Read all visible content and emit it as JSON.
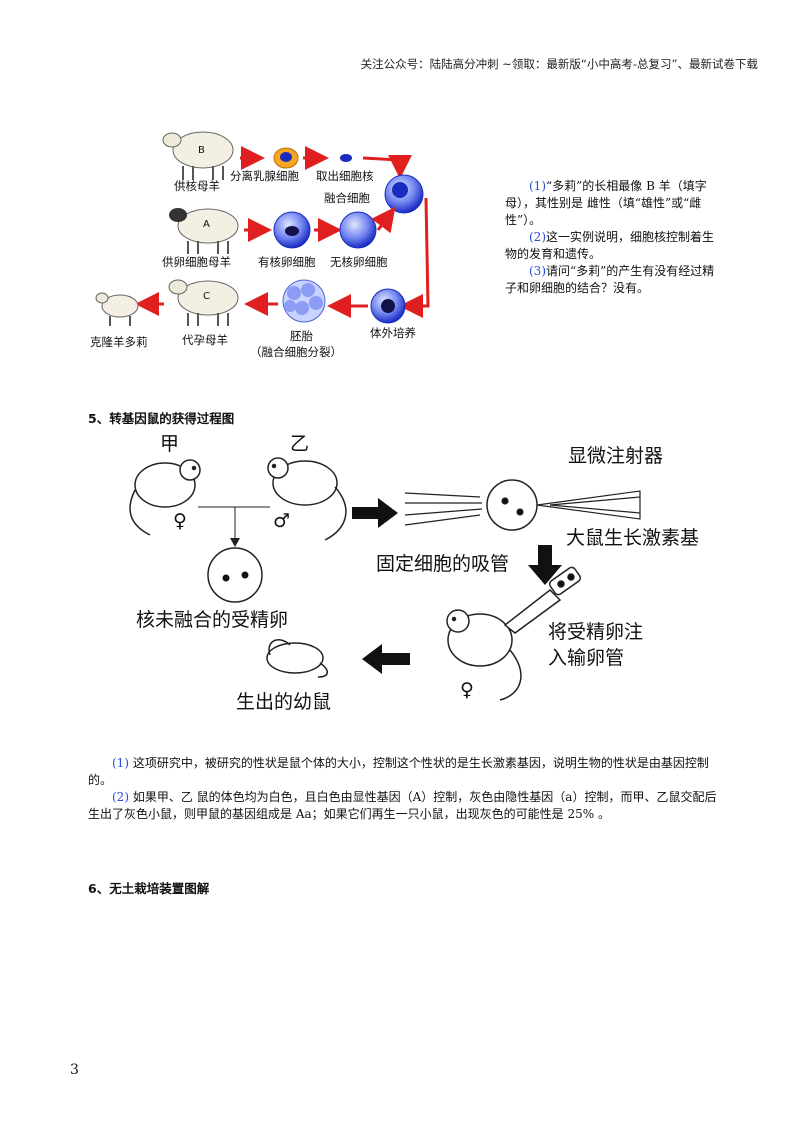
{
  "header": "关注公众号：陆陆高分冲刺  ~领取：最新版“小中高考-总复习”、最新试卷下载",
  "clone_figure": {
    "labels": {
      "donor_b": "供核母羊",
      "separate": "分离乳腺细胞",
      "extract": "取出细胞核",
      "fuse": "融合细胞",
      "donor_a": "供卵细胞母羊",
      "nucleated_egg": "有核卵细胞",
      "enucleated_egg": "无核卵细胞",
      "culture": "体外培养",
      "embryo": "胚胎",
      "embryo_note": "（融合细胞分裂）",
      "surrogate": "代孕母羊",
      "dolly": "克隆羊多莉",
      "sheep_b": "B",
      "sheep_a": "A",
      "sheep_c": "C"
    }
  },
  "questions": {
    "q1_num": "(1)",
    "q1_text": "“多莉”的长相最像 B 羊（填字母），其性别是 雌性（填“雄性”或“雌性”）。",
    "q2_num": "(2)",
    "q2_text": "这一实例说明，细胞核控制着生物的发育和遗传。",
    "q3_num": "(3)",
    "q3_text": "请问“多莉”的产生有没有经过精子和卵细胞的结合？没有。"
  },
  "section5": {
    "title": "5、转基因鼠的获得过程图",
    "labels": {
      "jia": "甲",
      "yi": "乙",
      "female1": "♀",
      "male": "♂",
      "egg": "核未融合的受精卵",
      "injector": "显微注射器",
      "pipette": "固定细胞的吸管",
      "gene": "大鼠生长激素基",
      "inject_line1": "将受精卵注",
      "inject_line2": "入输卵管",
      "female2": "♀",
      "baby": "生出的幼鼠"
    },
    "p1_num": "(1)",
    "p1_text": "这项研究中，被研究的性状是鼠个体的大小，控制这个性状的是生长激素基因，说明生物的性状是由基因控制的。",
    "p2_num": "(2)",
    "p2_text": "如果甲、乙 鼠的体色均为白色，且白色由显性基因（A）控制，灰色由隐性基因（a）控制，而甲、乙鼠交配后生出了灰色小鼠，则甲鼠的基因组成是 Aa；如果它们再生一只小鼠，出现灰色的可能性是 25% 。"
  },
  "section6": {
    "title": "6、无土栽培装置图解"
  },
  "page_number": "3",
  "colors": {
    "arrow_red": "#e02020",
    "cell_blue": "#2b3fd0",
    "link_blue": "#2a4fd8"
  }
}
